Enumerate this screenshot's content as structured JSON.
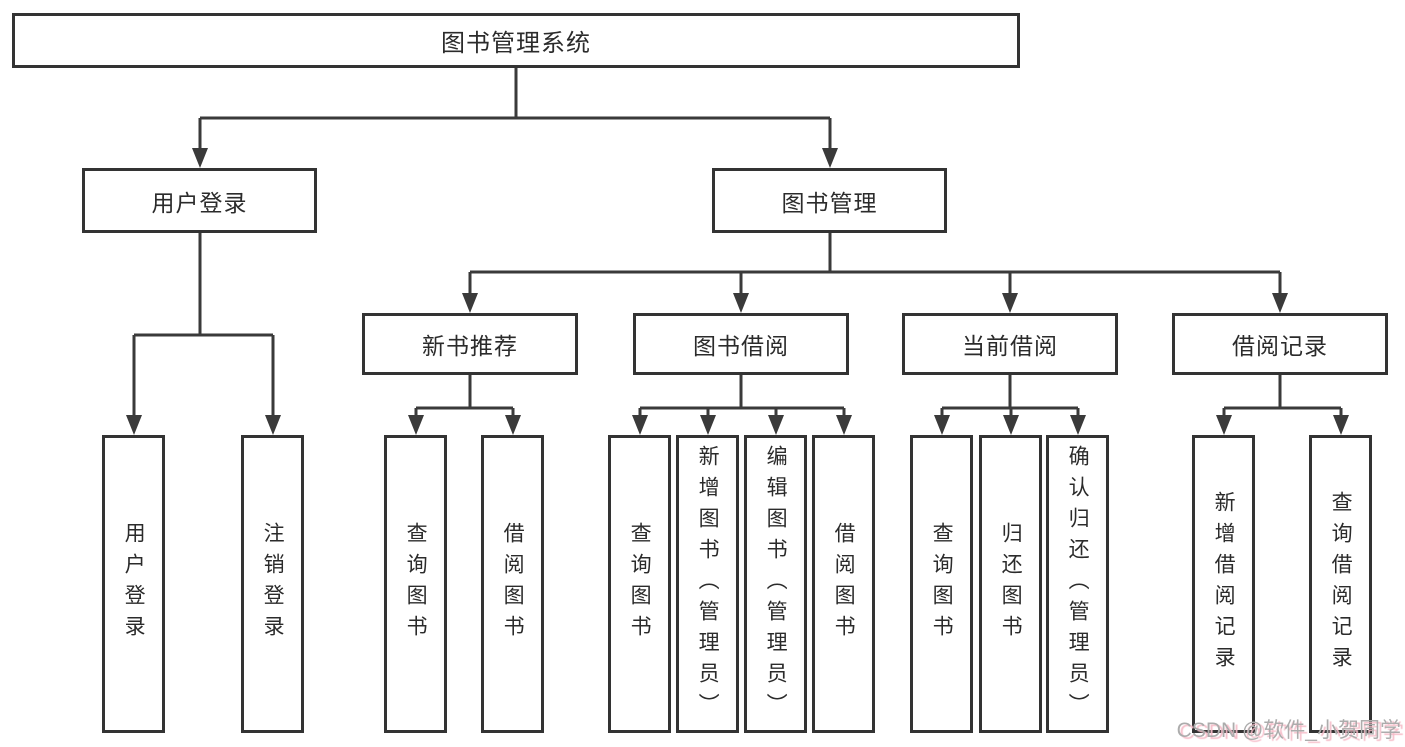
{
  "diagram": {
    "type": "hierarchy-tree",
    "colors": {
      "background": "#ffffff",
      "line": "#3a3a3a",
      "box_border": "#333333",
      "text": "#2b2b2b",
      "watermark_gray": "#acacac",
      "watermark_pink": "#f6bdc9"
    },
    "tree": {
      "label": "图书管理系统",
      "children": [
        {
          "label": "用户登录",
          "children": [
            {
              "label": "用户登录"
            },
            {
              "label": "注销登录"
            }
          ]
        },
        {
          "label": "图书管理",
          "children": [
            {
              "label": "新书推荐",
              "children": [
                {
                  "label": "查询图书"
                },
                {
                  "label": "借阅图书"
                }
              ]
            },
            {
              "label": "图书借阅",
              "children": [
                {
                  "label": "查询图书"
                },
                {
                  "label": "新增图书（管理员）"
                },
                {
                  "label": "编辑图书（管理员）"
                },
                {
                  "label": "借阅图书"
                }
              ]
            },
            {
              "label": "当前借阅",
              "children": [
                {
                  "label": "查询图书"
                },
                {
                  "label": "归还图书"
                },
                {
                  "label": "确认归还（管理员）"
                }
              ]
            },
            {
              "label": "借阅记录",
              "children": [
                {
                  "label": "新增借阅记录"
                },
                {
                  "label": "查询借阅记录"
                }
              ]
            }
          ]
        }
      ]
    },
    "watermark": "CSDN @软件_小贺同学"
  }
}
